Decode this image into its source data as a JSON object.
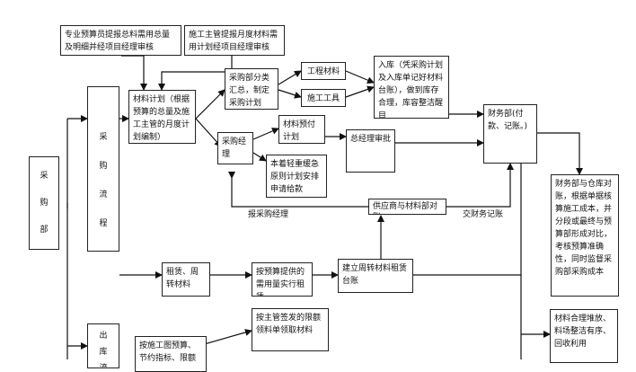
{
  "nodes": {
    "procurement_dept": "采购部",
    "procurement_flow": "采购流程",
    "outbound_flow": "出库流",
    "budget_officer": "专业预算员提报总料需用总量及明细并经项目经理审核",
    "site_manager_plan": "施工主管提报月度材料需用计划经项目经理审核",
    "material_plan": "材料计划（根据预算的总量及施工主管的月度计划编制）",
    "procurement_classify": "采购部分类汇总，制定采购计划",
    "engineering_materials": "工程材料",
    "construction_tools": "施工工具",
    "warehousing": "入库（凭采购计划及入库单记好材料台账），做到库存合理，库容整洁醒目",
    "procurement_manager": "采购经理",
    "material_prepayment": "材料预付计划",
    "lower_priority": "本着轻重缓急原则计划安排申请给款",
    "gm_approval": "总经理审批",
    "finance_dept": "财务部(付款、记账。)",
    "supplier_check": "供应商与材料部对账",
    "finance_warehouse": "财务部与仓库对账，根据单据核算施工成本，并分段或最终与预算部形成对比，考核预算准确性，同时监督采购部采购成本",
    "rental_turnover": "租赁、周转材料",
    "rental_by_budget": "按预算提供的需用量实行租赁",
    "establish_ledger": "建立周转材料租赁台账",
    "site_manager_quota": "按主管签发的限额领料单领取材料",
    "by_construction_drawing": "按施工图预算、节约指标、限额",
    "material_stacking": "材料合理堆放、料场整洁有序、回收利用"
  },
  "labels": {
    "report_manager": "报采购经理",
    "submit_finance": "交财务记账"
  }
}
